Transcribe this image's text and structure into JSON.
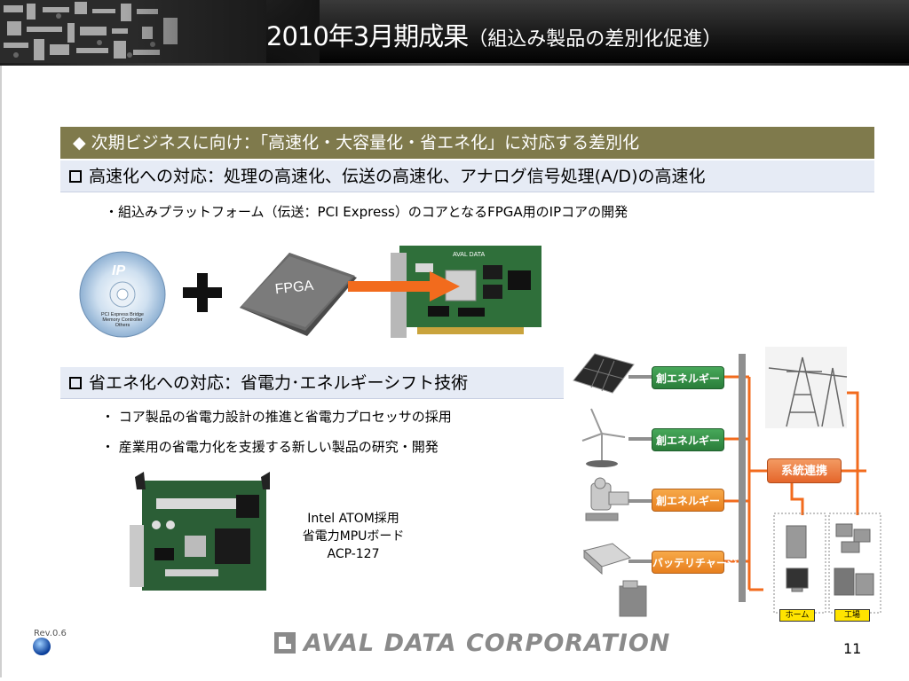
{
  "slide": {
    "title_main": "2010年3月期成果",
    "title_sub": "（組込み製品の差別化促進）"
  },
  "section_header": {
    "marker": "◆",
    "text": "次期ビジネスに向け：「高速化・大容量化・省エネ化」に対応する差別化"
  },
  "speed": {
    "heading": "高速化への対応：処理の高速化、伝送の高速化、アナログ信号処理(A/D)の高速化",
    "bullet": "・組込みプラットフォーム（伝送：PCI Express）のコアとなるFPGA用のIPコアの開発",
    "cd_label_big": "IP",
    "cd_lines": [
      "PCI Express Bridge",
      "Memory Controller",
      "Others"
    ],
    "chip_label": "FPGA",
    "pcb_label": "AVAL DATA"
  },
  "energy": {
    "heading": "省エネ化への対応：省電力･エネルギーシフト技術",
    "bullets": [
      "・ コア製品の省電力設計の推進と省電力プロセッサの採用",
      "・ 産業用の省電力化を支援する新しい製品の研究・開発"
    ],
    "caption_lines": [
      "Intel ATOM採用",
      "省電力MPUボード",
      "ACP-127"
    ],
    "diagram": {
      "boxes": [
        "創エネルギー",
        "創エネルギー",
        "創エネルギー",
        "バッテリチャージ"
      ],
      "grid_box": "系統連携",
      "tags": [
        "ホーム",
        "工場"
      ]
    }
  },
  "footer": {
    "rev": "Rev.0.6",
    "company": "AVAL DATA CORPORATION",
    "page": "11"
  }
}
